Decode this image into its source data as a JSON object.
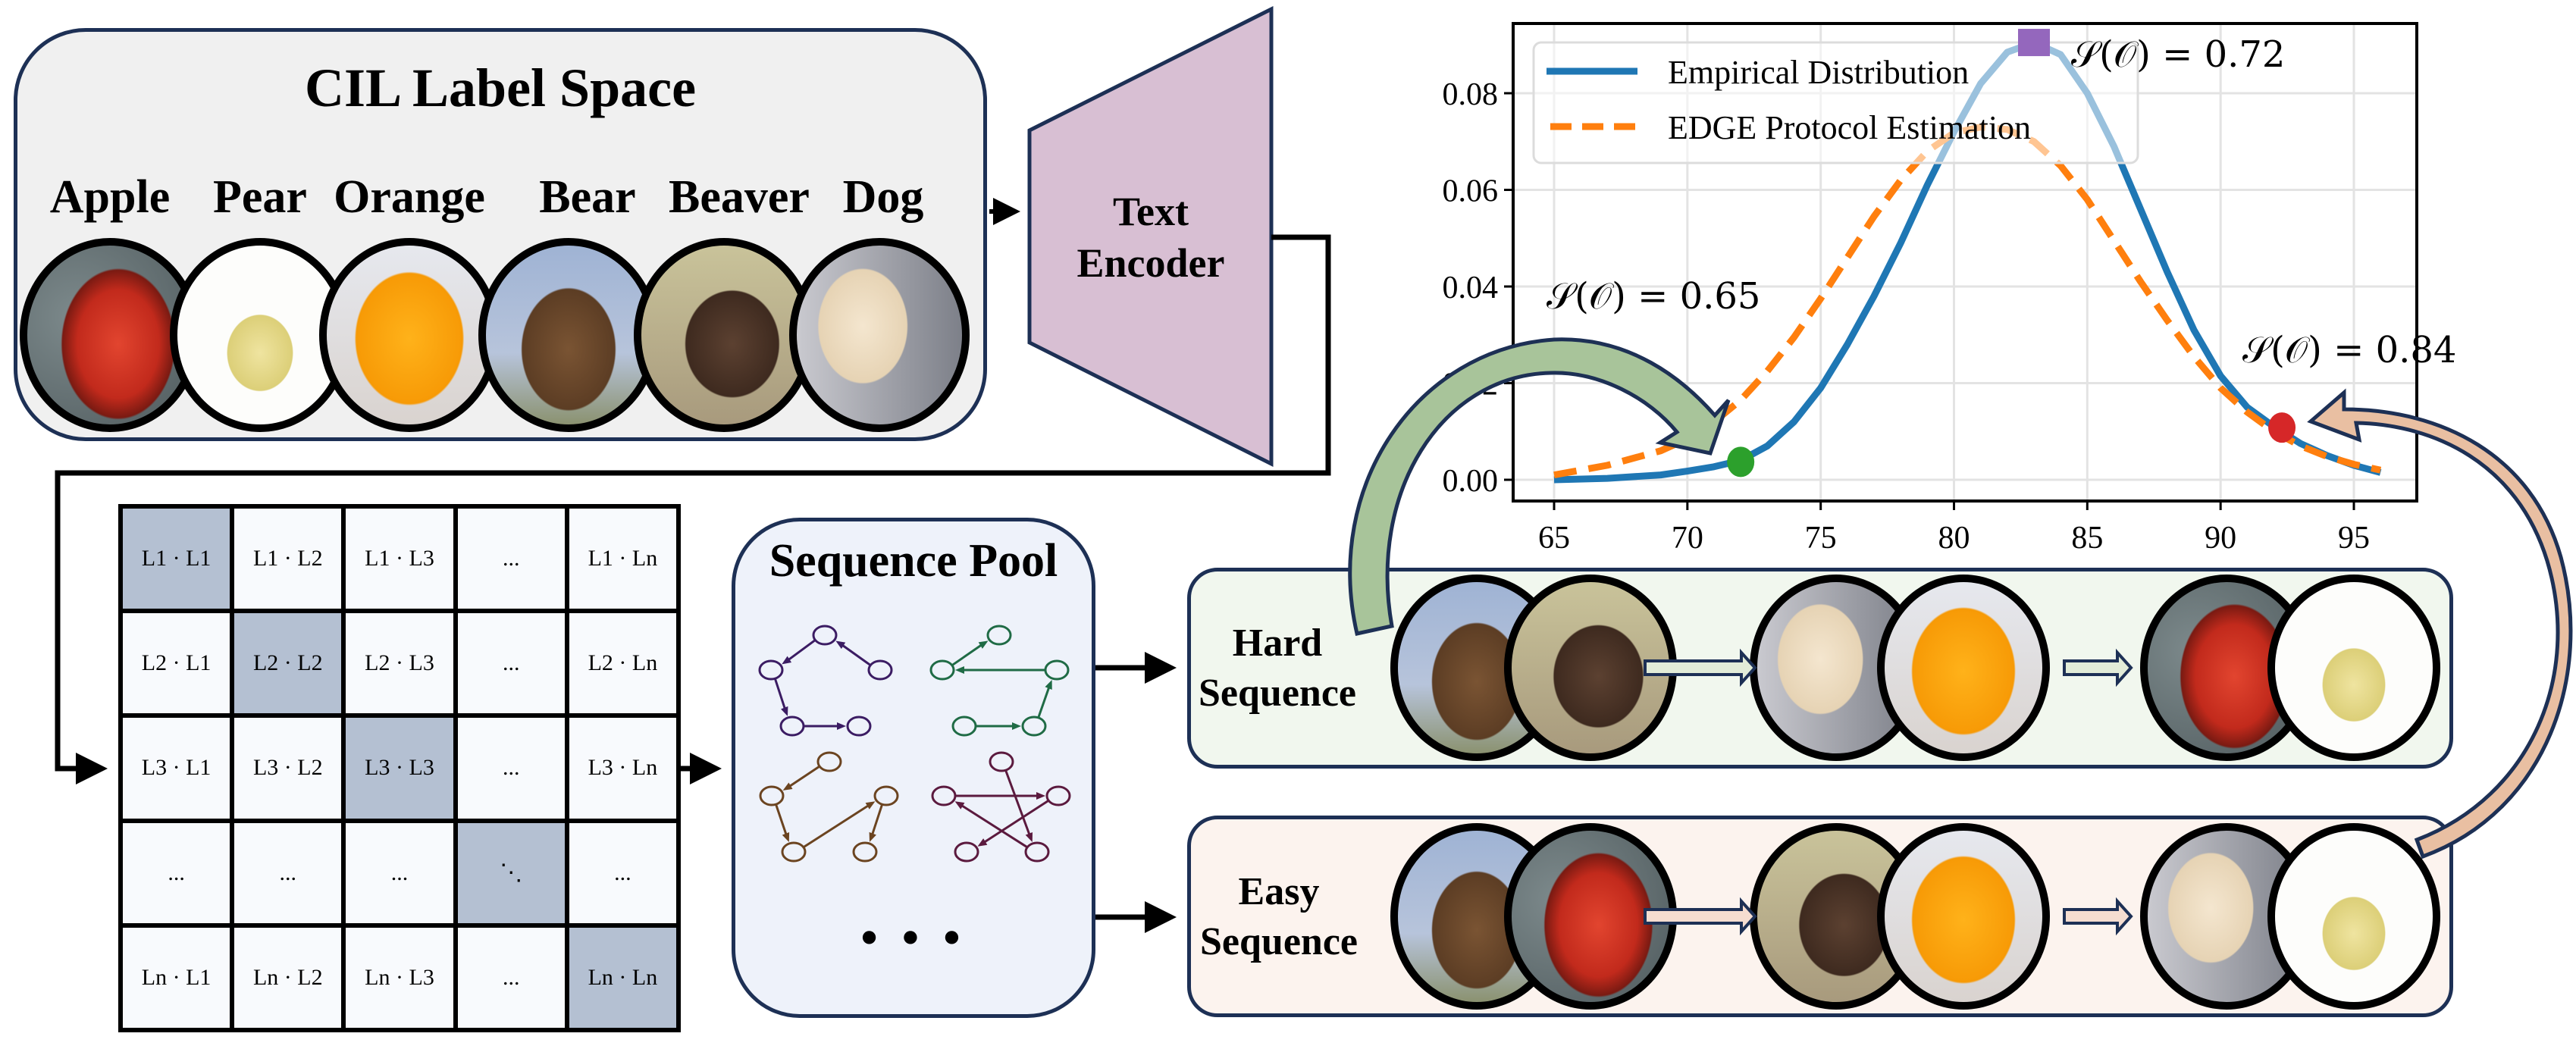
{
  "cil": {
    "title": "CIL Label Space",
    "labels": [
      "Apple",
      "Pear",
      "Orange",
      "Bear",
      "Beaver",
      "Dog"
    ],
    "thumbs": [
      "apple",
      "pear",
      "orange",
      "bear",
      "beaver",
      "dog"
    ]
  },
  "encoder": {
    "line1": "Text",
    "line2": "Encoder",
    "fill": "#d8bfd3"
  },
  "matrix": {
    "cells": [
      [
        "L1 · L1",
        "L1 · L2",
        "L1 · L3",
        "...",
        "L1 · Ln"
      ],
      [
        "L2 · L1",
        "L2 · L2",
        "L2 · L3",
        "...",
        "L2 · Ln"
      ],
      [
        "L3 · L1",
        "L3 · L2",
        "L3 · L3",
        "...",
        "L3 · Ln"
      ],
      [
        "...",
        "...",
        "...",
        "⋱",
        "..."
      ],
      [
        "Ln · L1",
        "Ln · L2",
        "Ln · L3",
        "...",
        "Ln · Ln"
      ]
    ],
    "diag_color": "#b4c0d2"
  },
  "pool": {
    "title": "Sequence Pool",
    "ellipsis": "• • •",
    "graph_colors": [
      "#3b1c63",
      "#1f6b45",
      "#6b4420",
      "#5b1a3e"
    ]
  },
  "sequences": {
    "hard": {
      "line1": "Hard",
      "line2": "Sequence",
      "pairs": [
        [
          "bear",
          "beaver"
        ],
        [
          "dog",
          "orange"
        ],
        [
          "apple",
          "pear"
        ]
      ]
    },
    "easy": {
      "line1": "Easy",
      "line2": "Sequence",
      "pairs": [
        [
          "bear",
          "apple"
        ],
        [
          "beaver",
          "orange"
        ],
        [
          "dog",
          "pear"
        ]
      ]
    }
  },
  "annotations": {
    "hard": "𝒮(𝒪) = 0.65",
    "peak": "𝒮(𝒪) = 0.72",
    "easy": "𝒮(𝒪) = 0.84"
  },
  "chart_data": {
    "type": "line",
    "title": "",
    "xlabel": "",
    "ylabel": "",
    "xlim": [
      63.4,
      97.4
    ],
    "ylim": [
      -0.0022,
      0.0945
    ],
    "xticks": [
      65,
      70,
      75,
      80,
      85,
      90,
      95
    ],
    "yticks": [
      0.0,
      0.02,
      0.04,
      0.06,
      0.08
    ],
    "ytick_labels": [
      "0.00",
      "0.02",
      "0.04",
      "0.06",
      "0.08"
    ],
    "grid": true,
    "legend_position": "top-left",
    "series": [
      {
        "name": "Empirical Distribution",
        "style": "solid",
        "color": "#1f77b4",
        "x": [
          65,
          67,
          69,
          70,
          71,
          72,
          73,
          74,
          75,
          76,
          77,
          78,
          79,
          80,
          81,
          82,
          83,
          84,
          85,
          86,
          87,
          88,
          89,
          90,
          91,
          92,
          93,
          94,
          95,
          96
        ],
        "y": [
          0.0,
          0.0003,
          0.001,
          0.0018,
          0.0027,
          0.004,
          0.007,
          0.012,
          0.019,
          0.028,
          0.038,
          0.049,
          0.061,
          0.072,
          0.082,
          0.0885,
          0.0905,
          0.088,
          0.08,
          0.069,
          0.056,
          0.043,
          0.031,
          0.0215,
          0.015,
          0.011,
          0.0075,
          0.005,
          0.003,
          0.0015
        ]
      },
      {
        "name": "EDGE Protocol Estimation",
        "style": "dashed",
        "color": "#ff7f0e",
        "x": [
          65,
          67,
          69,
          70,
          71,
          72,
          73,
          74,
          75,
          76,
          77,
          78,
          79,
          80,
          81,
          82,
          83,
          84,
          85,
          86,
          87,
          88,
          89,
          90,
          91,
          92,
          93,
          94,
          95,
          96
        ],
        "y": [
          0.001,
          0.003,
          0.006,
          0.0085,
          0.012,
          0.0165,
          0.0225,
          0.0295,
          0.0375,
          0.046,
          0.0545,
          0.062,
          0.068,
          0.0718,
          0.073,
          0.0725,
          0.07,
          0.065,
          0.058,
          0.0495,
          0.041,
          0.033,
          0.0255,
          0.019,
          0.014,
          0.01,
          0.007,
          0.0048,
          0.0032,
          0.002
        ]
      }
    ],
    "markers": [
      {
        "label": "hard",
        "x": 72.0,
        "y": 0.0037,
        "shape": "circle",
        "color": "#2ca02c"
      },
      {
        "label": "peak",
        "x": 83.0,
        "y": 0.0905,
        "shape": "square",
        "color": "#9467bd"
      },
      {
        "label": "easy",
        "x": 92.3,
        "y": 0.0108,
        "shape": "circle",
        "color": "#d62728"
      }
    ],
    "annotations": [
      {
        "text": "𝒮(𝒪) = 0.65",
        "x": 65.0,
        "y": 0.0355
      },
      {
        "text": "𝒮(𝒪) = 0.72",
        "x": 84.4,
        "y": 0.0855
      },
      {
        "text": "𝒮(𝒪) = 0.84",
        "x": 91.6,
        "y": 0.0265
      }
    ]
  }
}
